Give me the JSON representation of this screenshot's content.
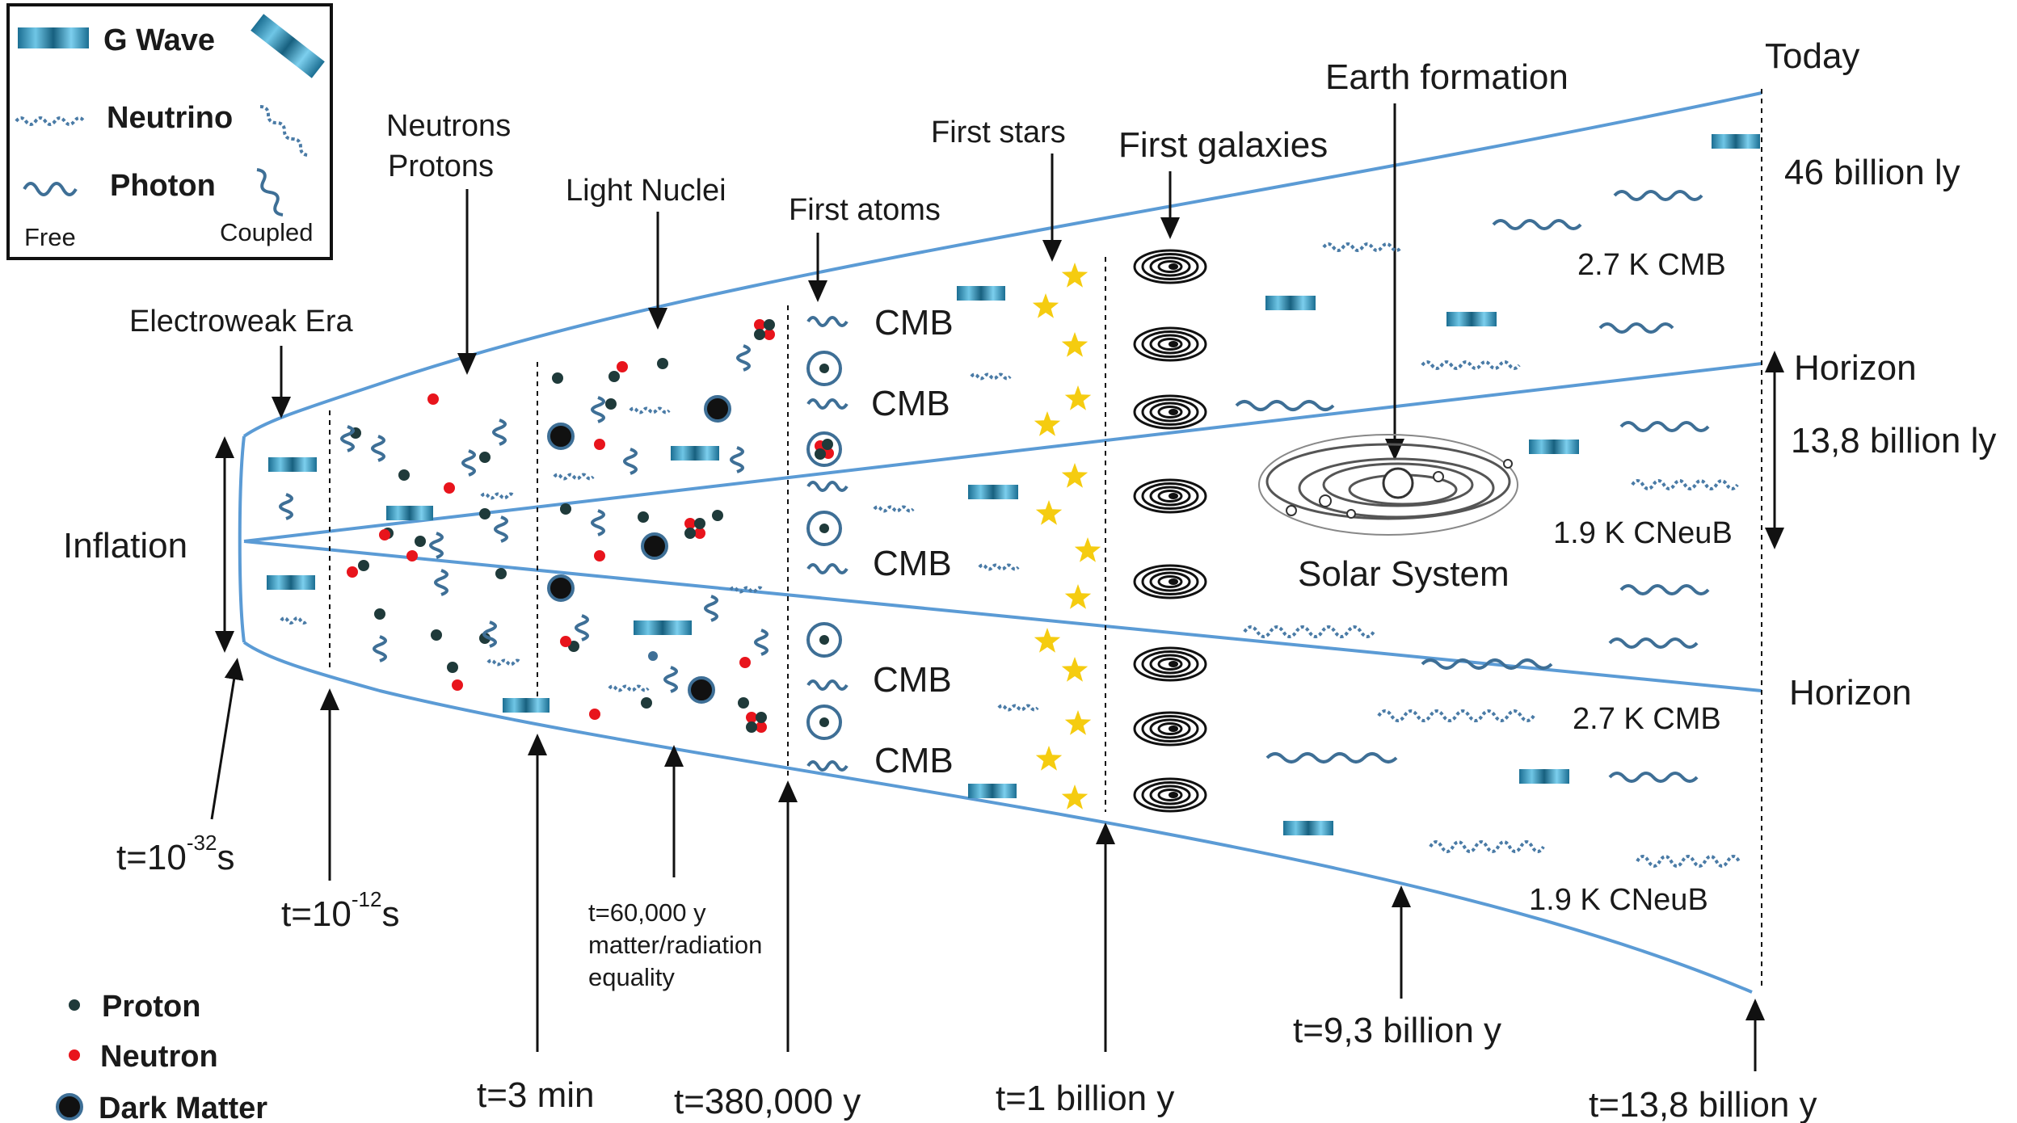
{
  "legend": {
    "gwave": "G Wave",
    "neutrino": "Neutrino",
    "photon": "Photon",
    "free": "Free",
    "coupled": "Coupled"
  },
  "particles_legend": {
    "proton": "Proton",
    "neutron": "Neutron",
    "dark_matter": "Dark Matter"
  },
  "eras": {
    "inflation": "Inflation",
    "electroweak": "Electroweak Era",
    "neutrons": "Neutrons",
    "protons": "Protons",
    "light_nuclei": "Light Nuclei",
    "first_atoms": "First atoms",
    "first_stars": "First stars",
    "first_galaxies": "First galaxies",
    "earth_formation": "Earth formation",
    "today": "Today",
    "solar_system": "Solar System"
  },
  "cmb_label": "CMB",
  "right_labels": {
    "size_today": "46 billion ly",
    "horizon_top": "Horizon",
    "horizon_bottom": "Horizon",
    "horizon_size": "13,8 billion ly",
    "cmb_top": "2.7 K CMB",
    "cmb_bottom": "2.7 K CMB",
    "cneub_top": "1.9 K CNeuB",
    "cneub_bottom": "1.9 K CNeuB"
  },
  "timeline": {
    "t1_prefix": "t=10",
    "t1_exp": "-32",
    "t1_unit": "s",
    "t2_prefix": "t=10",
    "t2_exp": "-12",
    "t2_unit": "s",
    "t3": "t=3 min",
    "t4_line1": "t=60,000 y",
    "t4_line2": "matter/radiation",
    "t4_line3": "equality",
    "t5": "t=380,000 y",
    "t6": "t=1 billion y",
    "t7": "t=9,3 billion y",
    "t8": "t=13,8 billion y"
  },
  "colors": {
    "cone": "#5b9bd5",
    "wave": "#3e6f96",
    "neutrino": "#4a7ba6",
    "proton": "#1f3a3a",
    "neutron": "#e8141c",
    "dark_matter": "#111111",
    "star": "#f5cc10",
    "gwave": "#1f7fa6"
  }
}
